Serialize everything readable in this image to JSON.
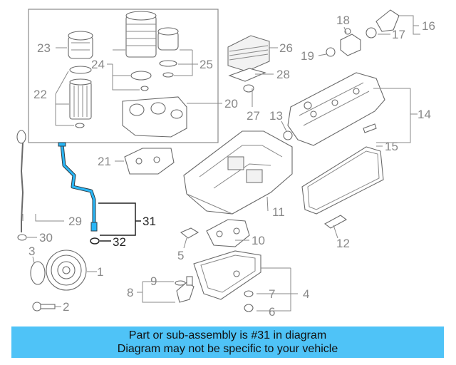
{
  "callouts": {
    "c1": "1",
    "c2": "2",
    "c3": "3",
    "c4": "4",
    "c5": "5",
    "c6": "6",
    "c7": "7",
    "c8": "8",
    "c9": "9",
    "c10": "10",
    "c11": "11",
    "c12": "12",
    "c13": "13",
    "c14": "14",
    "c15": "15",
    "c16": "16",
    "c17": "17",
    "c18": "18",
    "c19": "19",
    "c20": "20",
    "c21": "21",
    "c22": "22",
    "c23": "23",
    "c24": "24",
    "c25": "25",
    "c26": "26",
    "c27": "27",
    "c28": "28",
    "c29": "29",
    "c30": "30",
    "c31": "31",
    "c32": "32"
  },
  "colors": {
    "banner_bg": "#4fc3f7",
    "highlight_part": "#29b6f6",
    "diagram_line": "#6a6a6a",
    "callout_text": "#888888",
    "highlight_callout": "#222222"
  },
  "notice": {
    "line1": "Part or sub-assembly is #31 in diagram",
    "line2": "Diagram may not be specific to your vehicle"
  }
}
